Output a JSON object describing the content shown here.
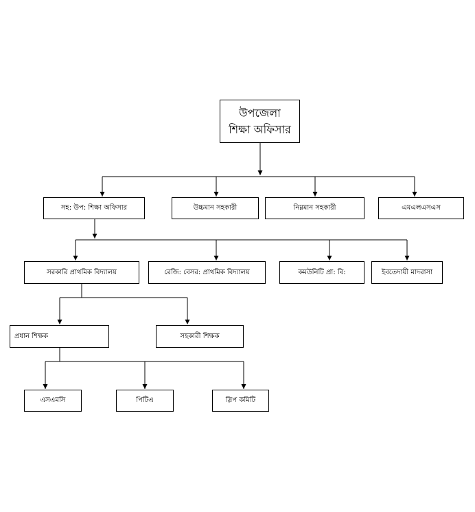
{
  "root": "উপজেলা শিক্ষা অফিসার",
  "level1": [
    "সহ: উপ: শিক্ষা অফিসার",
    "উচ্চমান সহকারী",
    "নিম্নমান সহকারী",
    "এমএলএসএস"
  ],
  "level2": [
    "সরকারি প্রাথমিক বিদ্যালয়",
    "রেজি: বেসর: প্রাথমিক বিদ্যালয়",
    "কমউনিটি প্রা: বি:",
    "ইবতেদায়ী মাদরাসা"
  ],
  "level3": [
    "প্রধান শিক্ষক",
    "সহকারী শিক্ষক"
  ],
  "level4": [
    "এসএমসি",
    "পিটিএ",
    "স্লিপ কমিটি"
  ]
}
